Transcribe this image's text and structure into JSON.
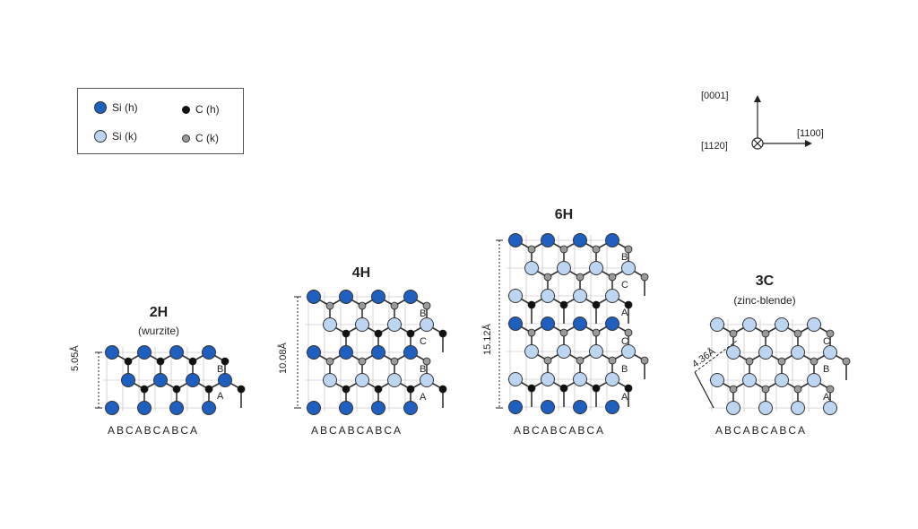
{
  "legend": {
    "si_h": "Si (h)",
    "c_h": "C (h)",
    "si_k": "Si (k)",
    "c_k": "C (k)"
  },
  "axes": {
    "up": "[0001]",
    "right": "[1100]",
    "into": "[1120]"
  },
  "colors": {
    "si_h": "#1f5fbf",
    "si_k": "#bcd6f2",
    "c_h": "#111111",
    "c_k": "#9a9a9a",
    "bond": "#333333",
    "grid": "#cccccc"
  },
  "polytypes": [
    {
      "id": "2H",
      "title": "2H",
      "subtitle": "(wurzite)",
      "dimension": "5.05Å",
      "stacking": "ABCABCABCA",
      "layers": [
        "B",
        "A"
      ]
    },
    {
      "id": "4H",
      "title": "4H",
      "subtitle": "",
      "dimension": "10.08Å",
      "stacking": "ABCABCABCA",
      "layers": [
        "B",
        "C",
        "B",
        "A"
      ]
    },
    {
      "id": "6H",
      "title": "6H",
      "subtitle": "",
      "dimension": "15.12Å",
      "stacking": "ABCABCABCA",
      "layers": [
        "B",
        "C",
        "A",
        "C",
        "B",
        "A"
      ]
    },
    {
      "id": "3C",
      "title": "3C",
      "subtitle": "(zinc-blende)",
      "dimension": "4.36Å",
      "stacking": "ABCABCABCA",
      "layers": [
        "C",
        "B",
        "A"
      ]
    }
  ]
}
